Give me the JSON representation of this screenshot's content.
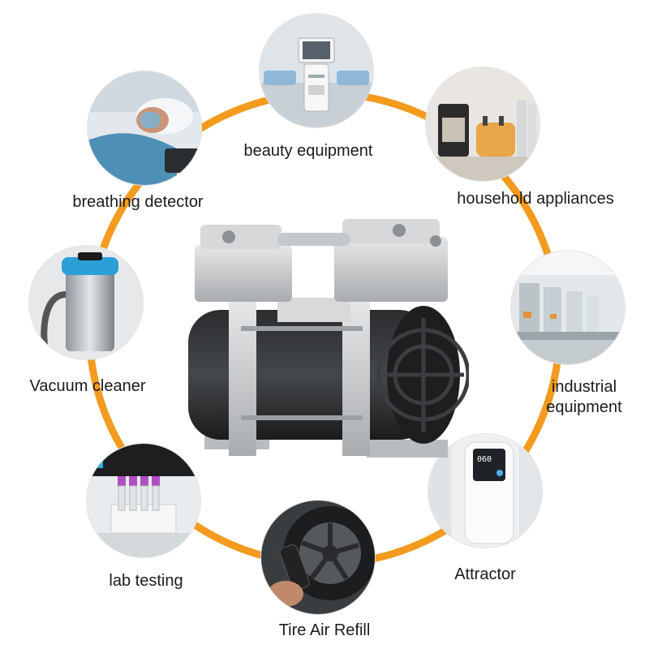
{
  "ring_color": "#f29b1f",
  "applications": [
    {
      "id": "beauty",
      "label": "beauty equipment",
      "icon": "beauty-device-icon"
    },
    {
      "id": "household",
      "label": "household appliances",
      "icon": "appliance-icon"
    },
    {
      "id": "industrial",
      "label_lines": [
        "industrial",
        "equipment"
      ],
      "icon": "factory-line-icon"
    },
    {
      "id": "attractor",
      "label": "Attractor",
      "icon": "attractor-device-icon"
    },
    {
      "id": "tire",
      "label": "Tire Air Refill",
      "icon": "tire-inflator-icon"
    },
    {
      "id": "lab",
      "label": "lab testing",
      "icon": "test-tube-rack-icon"
    },
    {
      "id": "vacuum",
      "label": "Vacuum cleaner",
      "icon": "vacuum-cleaner-icon"
    },
    {
      "id": "breathing",
      "label": "breathing detector",
      "icon": "breathing-mask-icon"
    }
  ],
  "product": {
    "icon": "air-pump-icon"
  }
}
